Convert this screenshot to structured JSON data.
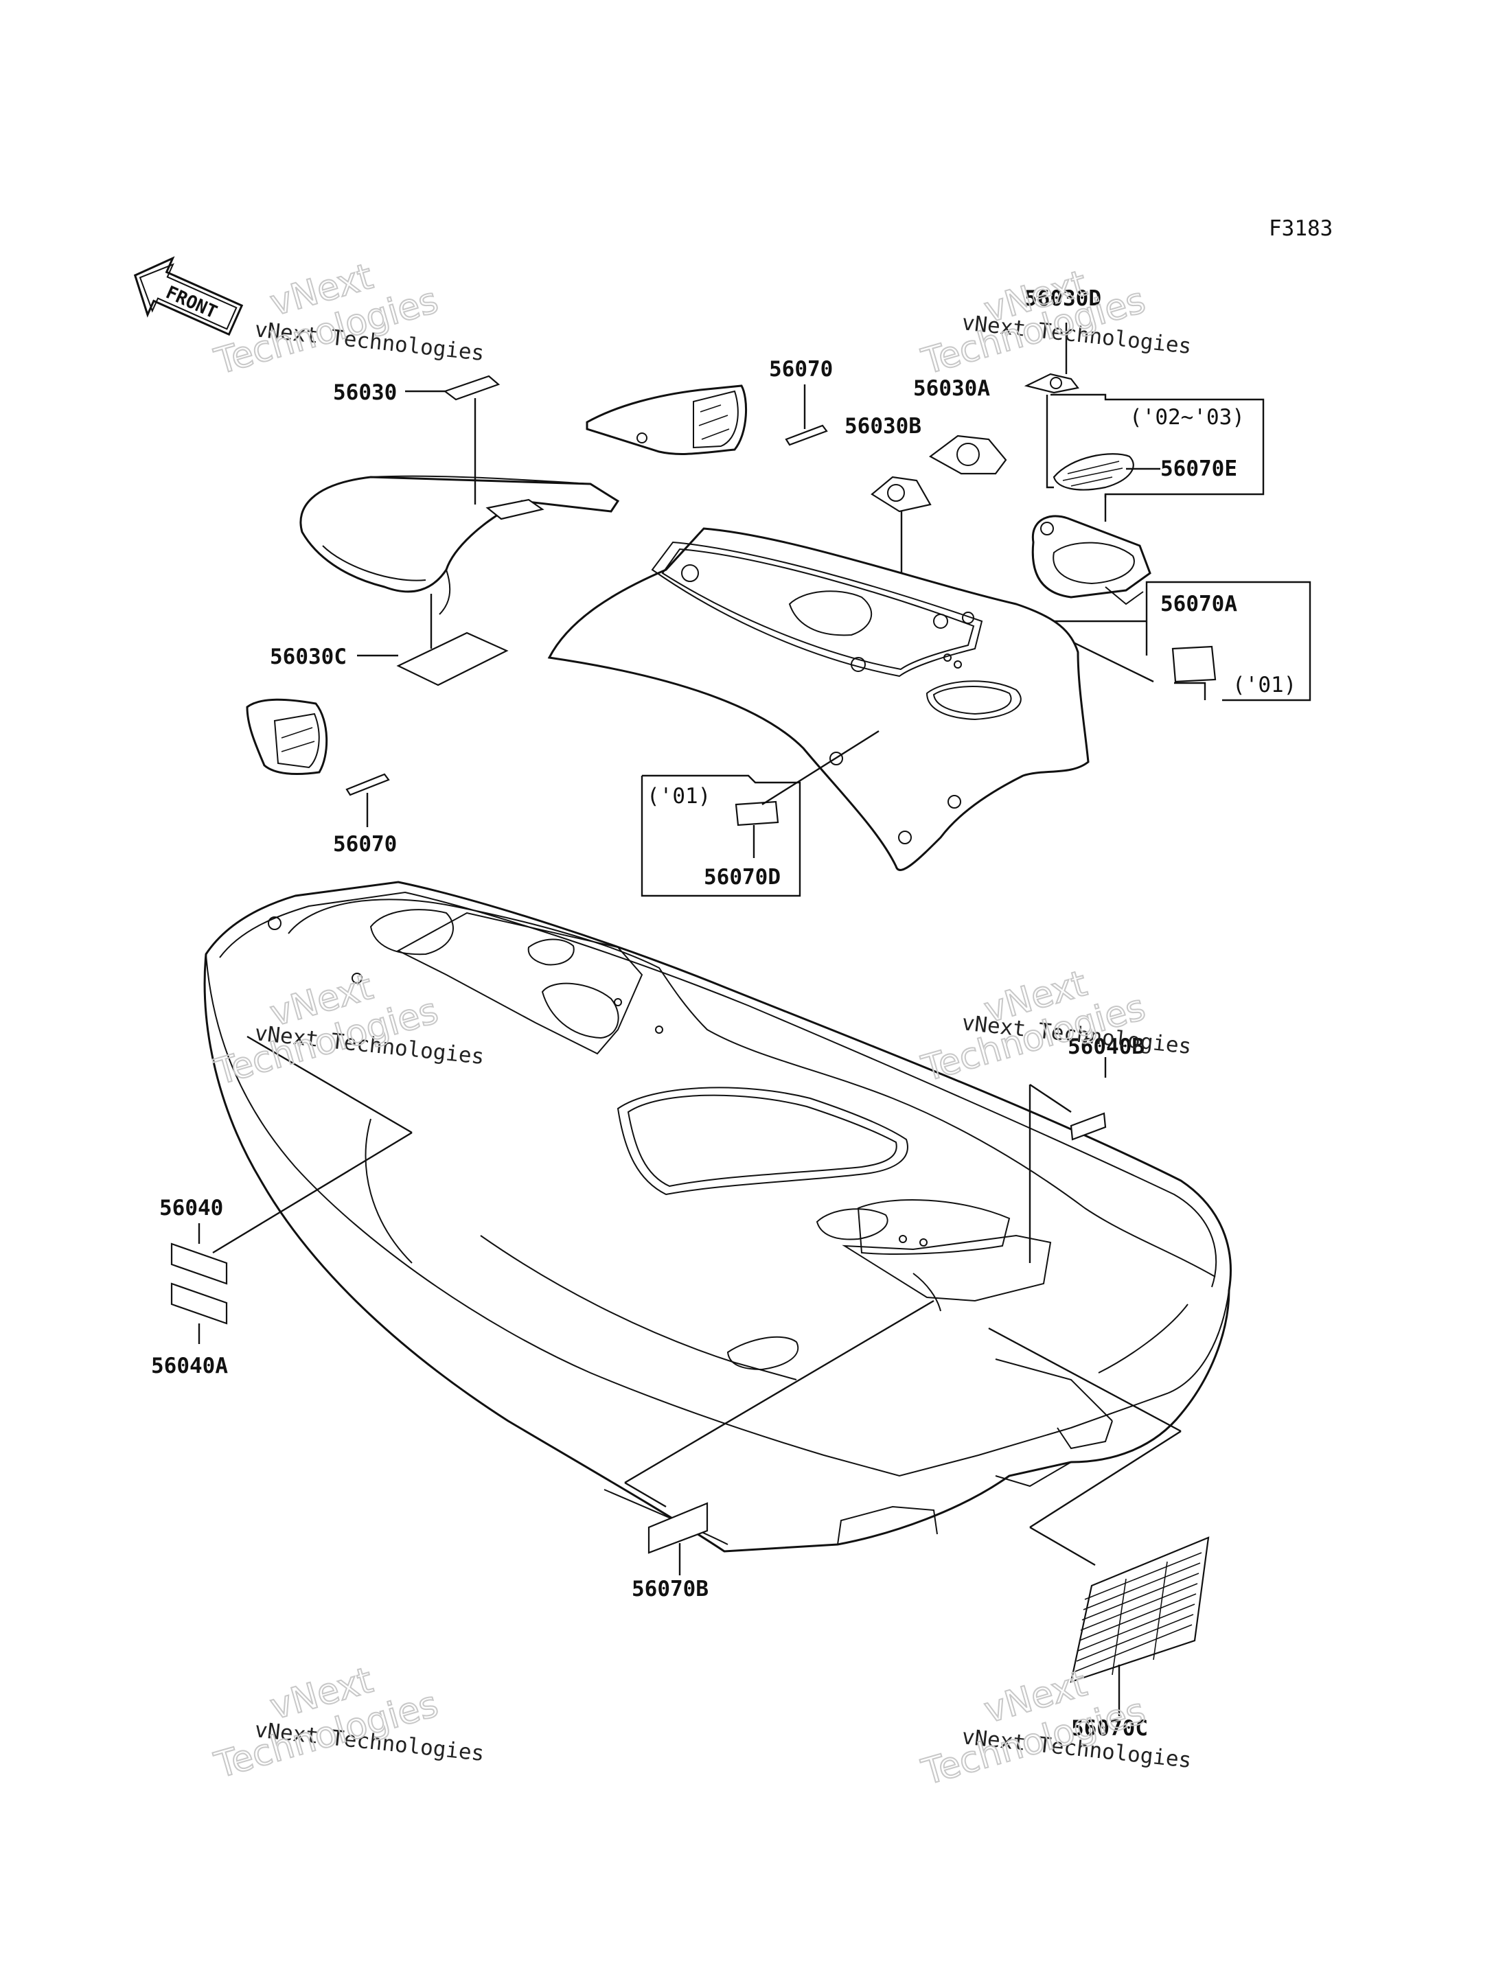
{
  "figure_code": "F3183",
  "front_label": "FRONT",
  "parts": {
    "p56030": "56030",
    "p56030A": "56030A",
    "p56030B": "56030B",
    "p56030C": "56030C",
    "p56030D": "56030D",
    "p56070_top": "56070",
    "p56070_left": "56070",
    "p56070A": "56070A",
    "p56070B": "56070B",
    "p56070C": "56070C",
    "p56070D": "56070D",
    "p56070E": "56070E",
    "p56040": "56040",
    "p56040A": "56040A",
    "p56040B": "56040B"
  },
  "years": {
    "y0203": "('02~'03)",
    "y01_right": "('01)",
    "y01_center": "('01)"
  },
  "watermarks": {
    "company": "vNext Technologies",
    "word1": "vNext",
    "word2": "Technologies"
  }
}
